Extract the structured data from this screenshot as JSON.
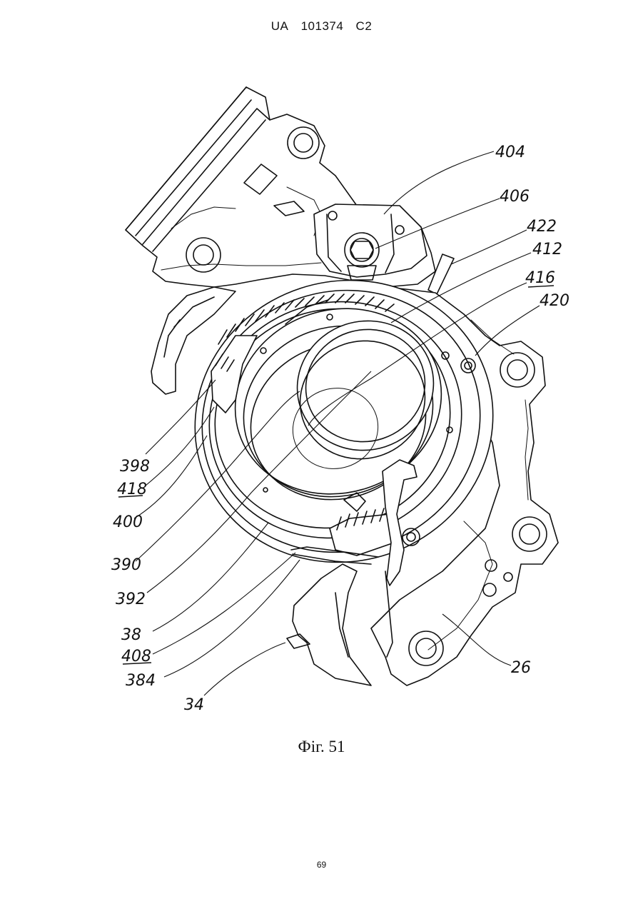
{
  "header": {
    "country": "UA",
    "number": "101374",
    "kind": "C2"
  },
  "figure": {
    "caption": "Фіг. 51",
    "labels": [
      {
        "id": "404",
        "text": "404"
      },
      {
        "id": "406",
        "text": "406"
      },
      {
        "id": "422",
        "text": "422"
      },
      {
        "id": "412",
        "text": "412"
      },
      {
        "id": "416",
        "text": "416"
      },
      {
        "id": "420",
        "text": "420"
      },
      {
        "id": "398",
        "text": "398"
      },
      {
        "id": "418",
        "text": "418"
      },
      {
        "id": "400",
        "text": "400"
      },
      {
        "id": "390",
        "text": "390"
      },
      {
        "id": "392",
        "text": "392"
      },
      {
        "id": "38",
        "text": "38"
      },
      {
        "id": "408",
        "text": "408"
      },
      {
        "id": "384",
        "text": "384"
      },
      {
        "id": "34",
        "text": "34"
      },
      {
        "id": "26",
        "text": "26"
      }
    ],
    "underlined_labels": [
      "418",
      "416",
      "408"
    ]
  },
  "page_number": "69"
}
